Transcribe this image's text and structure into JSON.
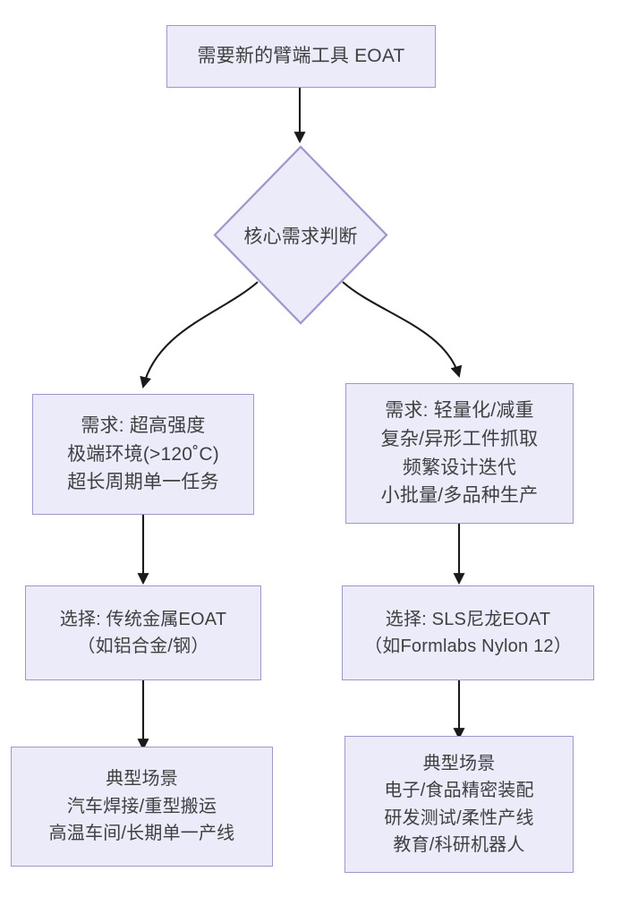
{
  "diagram": {
    "type": "flowchart",
    "title_node": {
      "id": "start",
      "shape": "rect",
      "lines": [
        "需要新的臂端工具 EOAT"
      ]
    },
    "decision": {
      "id": "decision",
      "shape": "diamond",
      "label": "核心需求判断"
    },
    "branches": [
      {
        "side": "left",
        "requirement": {
          "id": "req-left",
          "shape": "rect",
          "lines": [
            "需求: 超高强度",
            "极端环境(>120˚C)",
            "超长周期单一任务"
          ]
        },
        "choice": {
          "id": "choice-left",
          "shape": "rect",
          "lines": [
            "选择: 传统金属EOAT",
            "（如铝合金/钢）"
          ]
        },
        "cases": {
          "id": "cases-left",
          "shape": "rect",
          "lines": [
            "典型场景",
            "汽车焊接/重型搬运",
            "高温车间/长期单一产线"
          ]
        }
      },
      {
        "side": "right",
        "requirement": {
          "id": "req-right",
          "shape": "rect",
          "lines": [
            "需求: 轻量化/减重",
            "复杂/异形工件抓取",
            "频繁设计迭代",
            "小批量/多品种生产"
          ]
        },
        "choice": {
          "id": "choice-right",
          "shape": "rect",
          "lines": [
            "选择: SLS尼龙EOAT",
            "（如Formlabs Nylon 12）"
          ]
        },
        "cases": {
          "id": "cases-right",
          "shape": "rect",
          "lines": [
            "典型场景",
            "电子/食品精密装配",
            "研发测试/柔性产线",
            "教育/科研机器人"
          ]
        }
      }
    ],
    "colors": {
      "node_fill": "#ecebf9",
      "node_border": "#9e96cd",
      "text": "#3f4042",
      "edge": "#1a1a1a",
      "background": "#ffffff"
    }
  }
}
